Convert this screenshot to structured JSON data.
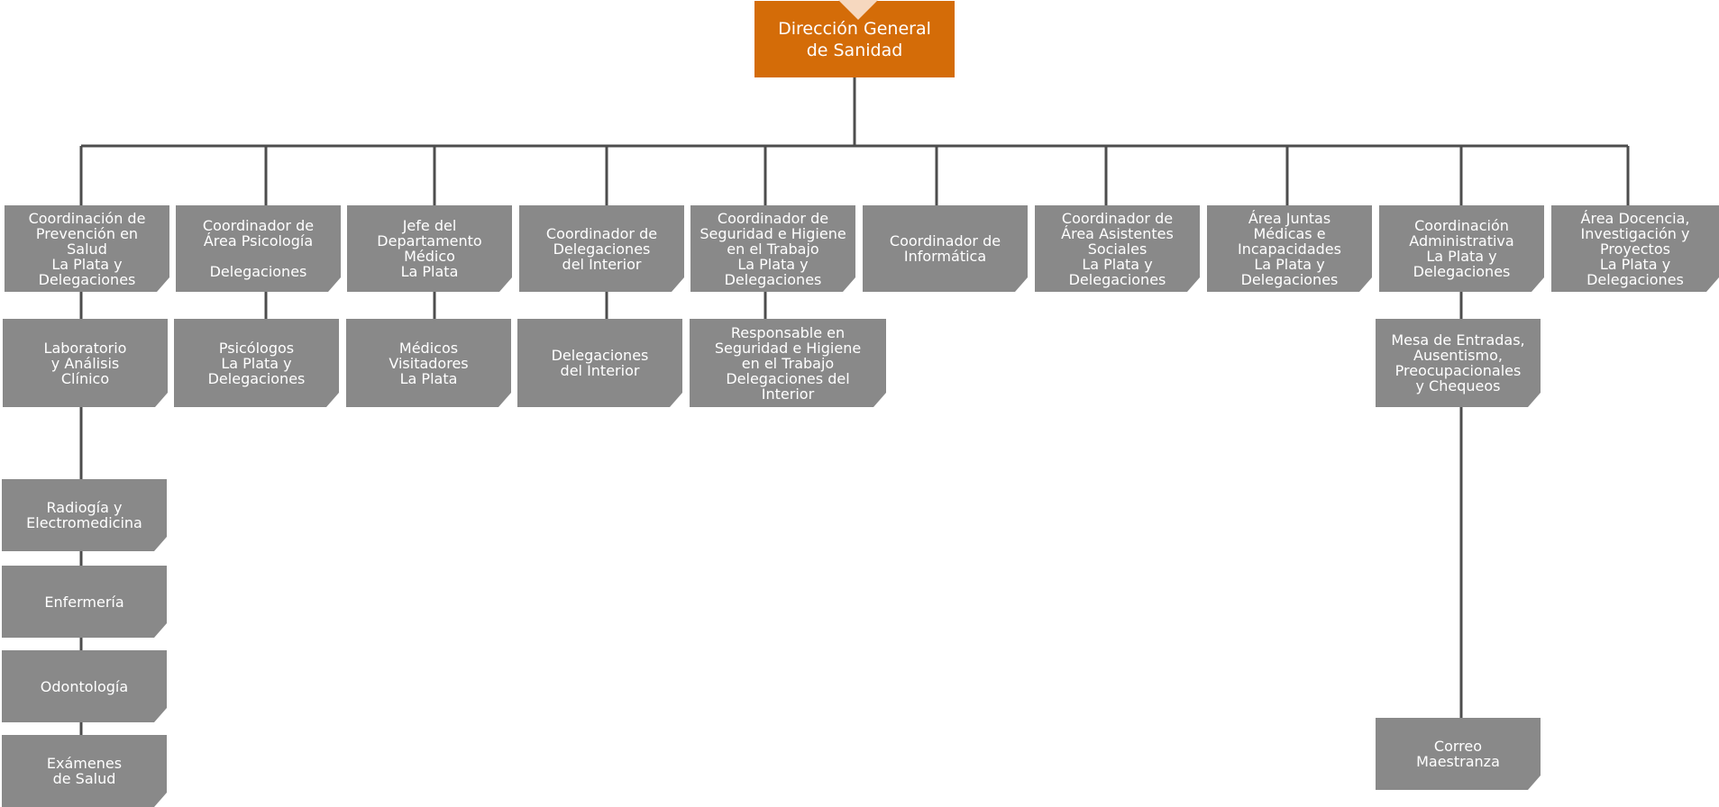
{
  "title": "Dirección General\nde Sanidad",
  "colors": {
    "root": "#d46c08",
    "box": "#898989",
    "line": "#4d4d4d",
    "text": "#ffffff"
  },
  "coordinators": [
    "Coordinación de\nPrevención en\nSalud\nLa Plata y\nDelegaciones",
    "Coordinador de\nÁrea Psicología\n\nDelegaciones",
    "Jefe del\nDepartamento\nMédico\nLa Plata",
    "Coordinador de\nDelegaciones\ndel Interior",
    "Coordinador de\nSeguridad e Higiene\nen el Trabajo\nLa Plata y\nDelegaciones",
    "Coordinador de\nInformática",
    "Coordinador de\nÁrea Asistentes\nSociales\nLa Plata y\nDelegaciones",
    "Área  Juntas\nMédicas e\nIncapacidades\nLa Plata y\nDelegaciones",
    "Coordinación\nAdministrativa\nLa Plata y\nDelegaciones",
    "Área  Docencia,\nInvestigación y\nProyectos\nLa Plata y\nDelegaciones"
  ],
  "sub_units": [
    "Laboratorio\ny Análisis\nClínico",
    "Psicólogos\nLa Plata y\nDelegaciones",
    "Médicos\nVisitadores\nLa Plata",
    "Delegaciones\ndel Interior",
    "Responsable en\nSeguridad e Higiene\nen el Trabajo\nDelegaciones del\nInterior",
    "Mesa de Entradas,\nAusentismo,\nPreocupacionales\ny Chequeos"
  ],
  "health_units": [
    "Radiogía y\nElectromedicina",
    "Enfermería",
    "Odontología",
    "Exámenes\nde Salud"
  ],
  "admin_units": [
    "Correo\nMaestranza"
  ]
}
